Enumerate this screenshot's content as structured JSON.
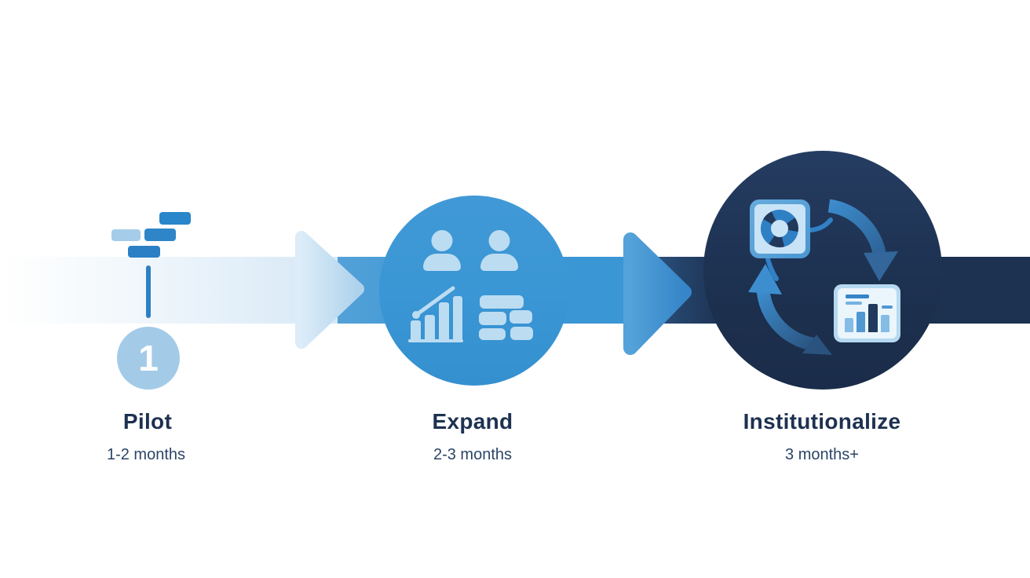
{
  "diagram": {
    "type": "process-flow",
    "stages": [
      {
        "number": "1",
        "label": "Pilot",
        "duration": "1-2 months",
        "icons": [
          "gantt-timeline-icon",
          "step-number-badge"
        ]
      },
      {
        "label": "Expand",
        "duration": "2-3 months",
        "icons": [
          "team-people-icon",
          "growth-bar-chart-icon",
          "building-blocks-icon"
        ]
      },
      {
        "label": "Institutionalize",
        "duration": "3 months+",
        "icons": [
          "donut-chart-icon",
          "cycle-arrows-icon",
          "report-bar-chart-icon"
        ]
      }
    ],
    "colors": {
      "pale_band": "#e3eff9",
      "light_blue": "#a3cbe8",
      "mid_blue": "#3a96d4",
      "navy": "#1d3150",
      "icon_light": "#bcdcf2",
      "text_title": "#1d3150",
      "text_subtitle": "#2b4566"
    }
  }
}
